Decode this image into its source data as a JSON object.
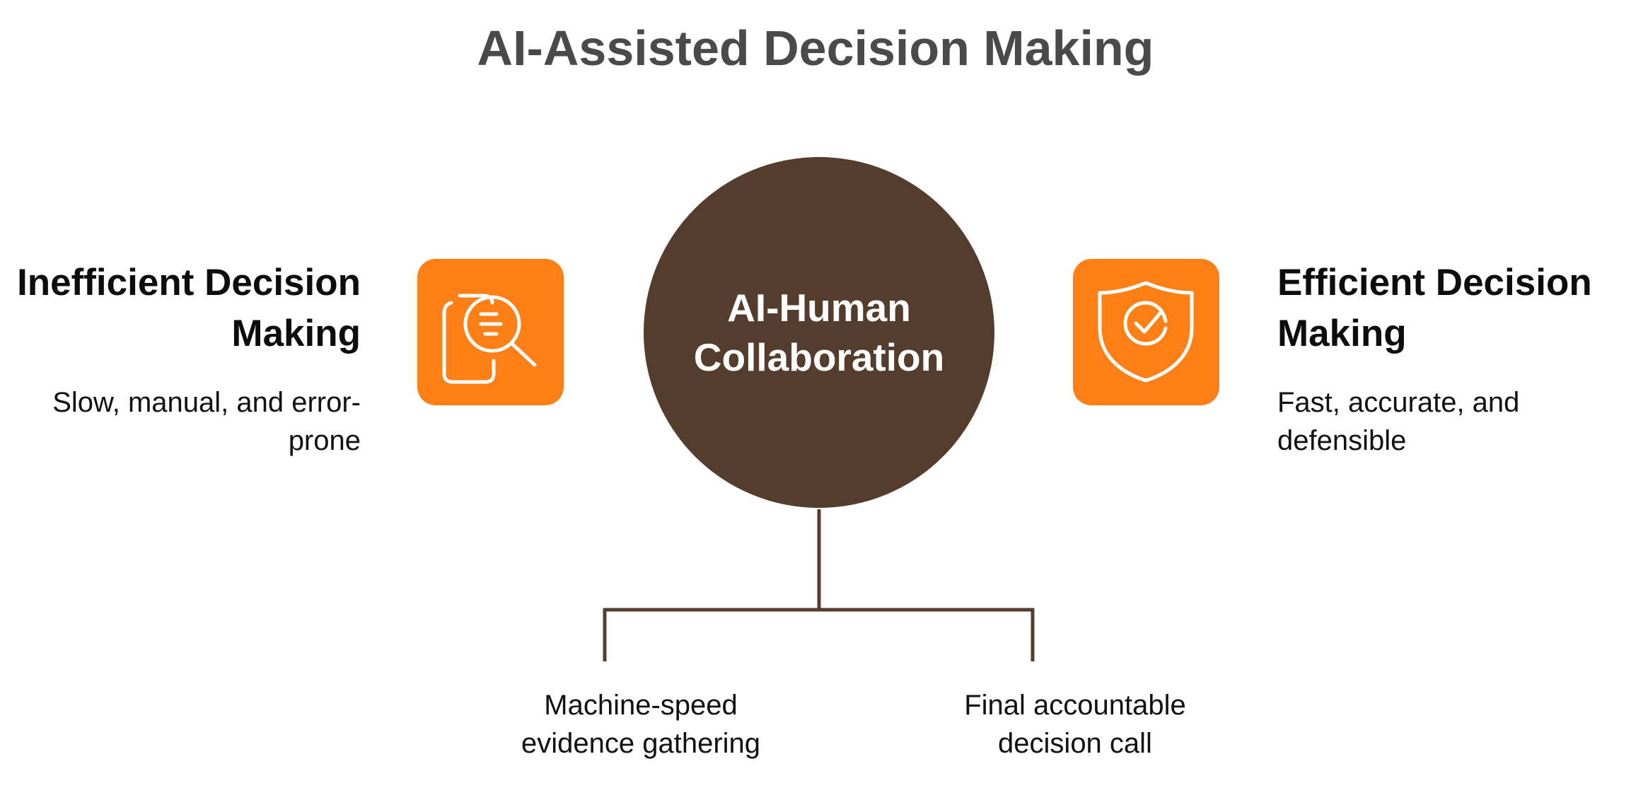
{
  "title": "AI-Assisted Decision Making",
  "center": {
    "label": "AI-Human Collaboration"
  },
  "left": {
    "heading": "Inefficient Decision Making",
    "description": "Slow, manual, and error-prone",
    "icon": "document-search-icon"
  },
  "right": {
    "heading": "Efficient Decision Making",
    "description": "Fast, accurate, and defensible",
    "icon": "shield-check-icon"
  },
  "branches": [
    {
      "label": "Machine-speed evidence gathering"
    },
    {
      "label": "Final accountable decision call"
    }
  ],
  "colors": {
    "center_fill": "#543d2d",
    "accent": "#fd7f16",
    "title_text": "#4a4a4a",
    "connector": "#543d2d"
  }
}
